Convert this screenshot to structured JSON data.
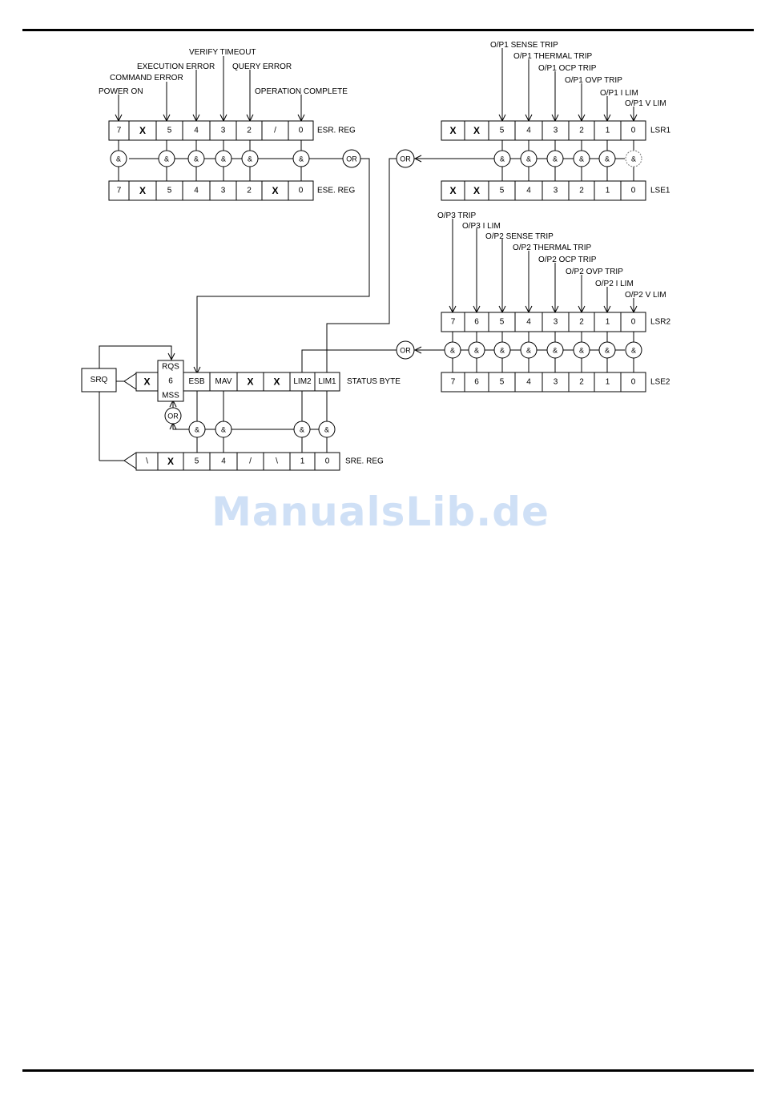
{
  "registers": {
    "esr": {
      "name": "ESR. REG",
      "cells": [
        "7",
        "X",
        "5",
        "4",
        "3",
        "2",
        "/",
        "0"
      ]
    },
    "ese": {
      "name": "ESE. REG",
      "cells": [
        "7",
        "X",
        "5",
        "4",
        "3",
        "2",
        "X",
        "0"
      ]
    },
    "lsr1": {
      "name": "LSR1",
      "cells": [
        "X",
        "X",
        "5",
        "4",
        "3",
        "2",
        "1",
        "0"
      ]
    },
    "lse1": {
      "name": "LSE1",
      "cells": [
        "X",
        "X",
        "5",
        "4",
        "3",
        "2",
        "1",
        "0"
      ]
    },
    "lsr2": {
      "name": "LSR2",
      "cells": [
        "7",
        "6",
        "5",
        "4",
        "3",
        "2",
        "1",
        "0"
      ]
    },
    "lse2": {
      "name": "LSE2",
      "cells": [
        "7",
        "6",
        "5",
        "4",
        "3",
        "2",
        "1",
        "0"
      ]
    },
    "status_byte": {
      "name": "STATUS BYTE",
      "cells": [
        "X",
        "",
        "ESB",
        "MAV",
        "X",
        "X",
        "LIM2",
        "LIM1"
      ],
      "rqs_label": "RQS",
      "rqs_bit": "6",
      "mss_label": "MSS"
    },
    "sre": {
      "name": "SRE. REG",
      "cells": [
        "\\",
        "X",
        "5",
        "4",
        "/",
        "\\",
        "1",
        "0"
      ]
    }
  },
  "esr_labels": [
    "POWER ON",
    "COMMAND ERROR",
    "EXECUTION ERROR",
    "VERIFY TIMEOUT",
    "QUERY ERROR",
    "OPERATION COMPLETE"
  ],
  "lsr1_labels": [
    "O/P1 SENSE TRIP",
    "O/P1 THERMAL TRIP",
    "O/P1 OCP TRIP",
    "O/P1 OVP TRIP",
    "O/P1 I LIM",
    "O/P1 V LIM"
  ],
  "lsr2_labels": [
    "O/P3 TRIP",
    "O/P3 I LIM",
    "O/P2 SENSE TRIP",
    "O/P2 THERMAL TRIP",
    "O/P2 OCP TRIP",
    "O/P2 OVP TRIP",
    "O/P2 I LIM",
    "O/P2 V LIM"
  ],
  "gates": {
    "and": "&",
    "or": "OR"
  },
  "srq_label": "SRQ",
  "watermark": "ManualsLib.de"
}
